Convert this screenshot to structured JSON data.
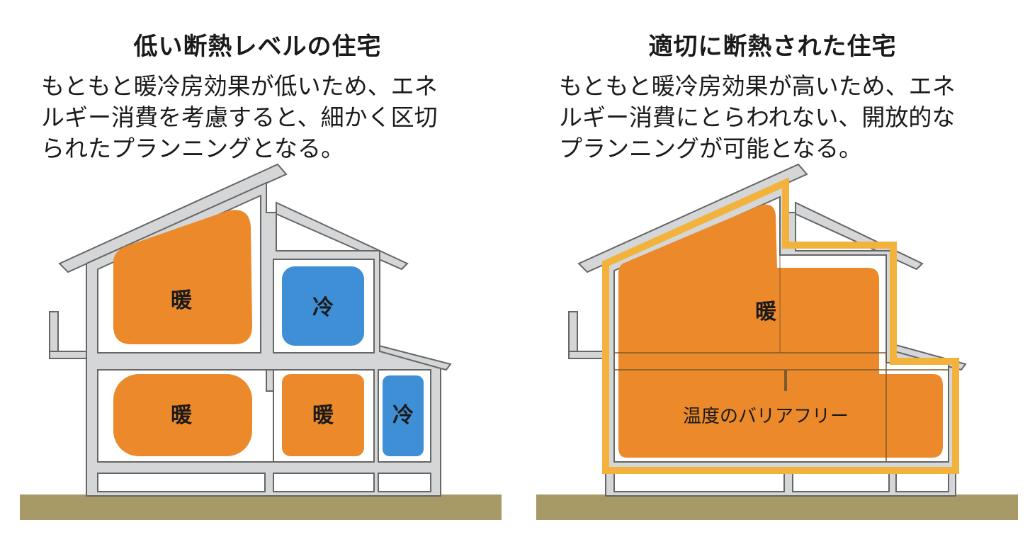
{
  "left": {
    "title": "低い断熱レベルの住宅",
    "description_lines": [
      "もともと暖冷房効果が低いため、エネ",
      "ルギー消費を考慮すると、細かく区切",
      "られたプランニングとなる。"
    ],
    "rooms": {
      "upper_left": "暖",
      "upper_right": "冷",
      "lower_left": "暖",
      "lower_middle": "暖",
      "lower_right": "冷"
    }
  },
  "right": {
    "title": "適切に断熱された住宅",
    "description_lines": [
      "もともと暖冷房効果が高いため、エネ",
      "ルギー消費にとらわれない、開放的な",
      "プランニングが可能となる。"
    ],
    "heat_label": "暖",
    "barrier_free_label": "温度のバリアフリー"
  },
  "colors": {
    "warm": "#ec8a2b",
    "cool": "#3f8fd6",
    "wall": "#d4d6d8",
    "wall_outline": "#666666",
    "insulation": "#f2b23c",
    "ground": "#a79a67"
  }
}
